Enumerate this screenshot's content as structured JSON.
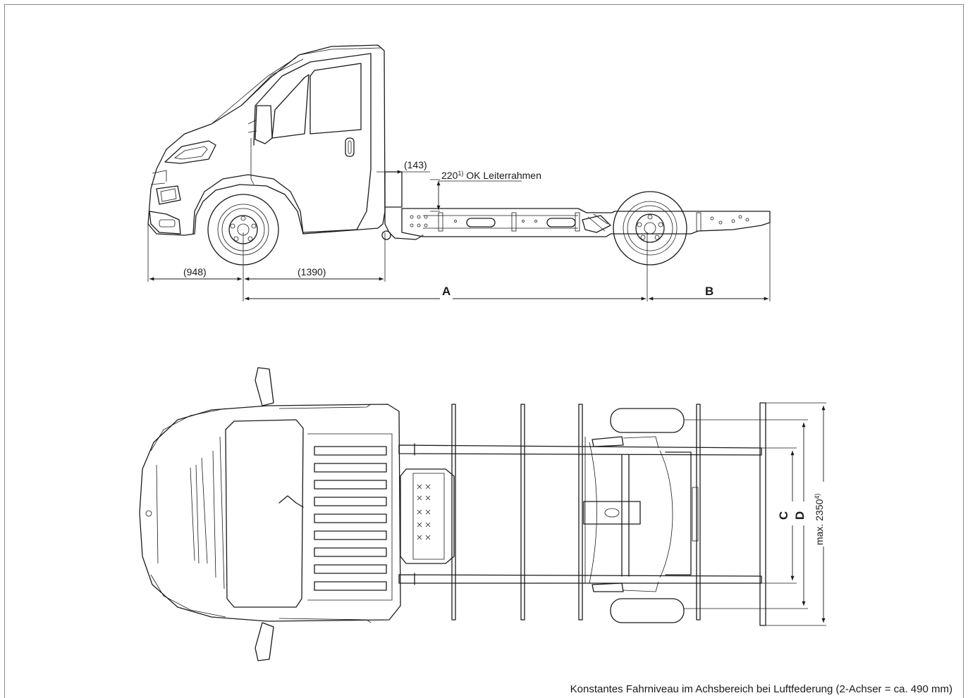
{
  "side_view": {
    "dim_front_overhang": "(948)",
    "dim_cab_length": "(1390)",
    "dim_cab_gap": "(143)",
    "dim_frame_height_value": "220",
    "dim_frame_height_sup": "1)",
    "dim_frame_height_text": " OK Leiterrahmen",
    "dim_wheelbase": "A",
    "dim_rear_overhang": "B"
  },
  "top_view": {
    "dim_c": "C",
    "dim_d": "D",
    "dim_max_width_value": "max. 2350",
    "dim_max_width_sup": "4)"
  },
  "footnote": "Konstantes Fahrniveau im Achsbereich bei Luftfederung (2-Achser = ca. 490 mm)"
}
